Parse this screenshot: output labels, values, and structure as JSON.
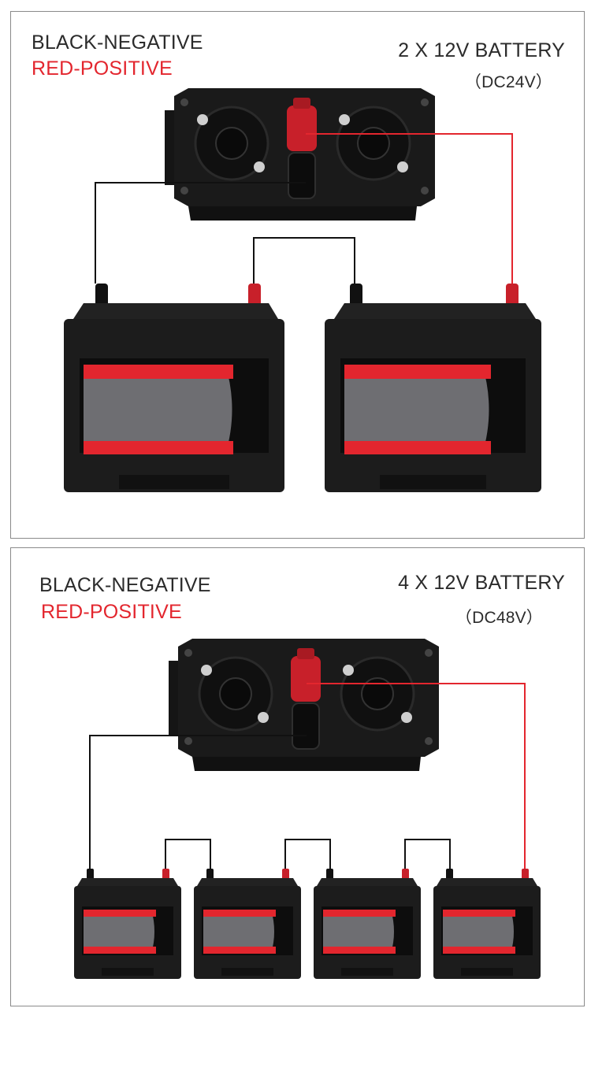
{
  "panels": [
    {
      "negative_label": "BLACK-NEGATIVE",
      "positive_label": "RED-POSITIVE",
      "title": "2 X 12V BATTERY",
      "voltage": "（DC24V）",
      "battery_count": 2
    },
    {
      "negative_label": "BLACK-NEGATIVE",
      "positive_label": "RED-POSITIVE",
      "title": "4 X 12V BATTERY",
      "voltage": "（DC48V）",
      "battery_count": 4
    }
  ],
  "colors": {
    "positive": "#e3262e",
    "negative": "#111111",
    "battery_body": "#1c1c1c",
    "panel_window": "#6e6e72",
    "panel_border": "#8a8a8a"
  },
  "icons": {
    "inverter": "inverter-icon",
    "battery": "battery-icon",
    "fan": "fan-icon"
  }
}
